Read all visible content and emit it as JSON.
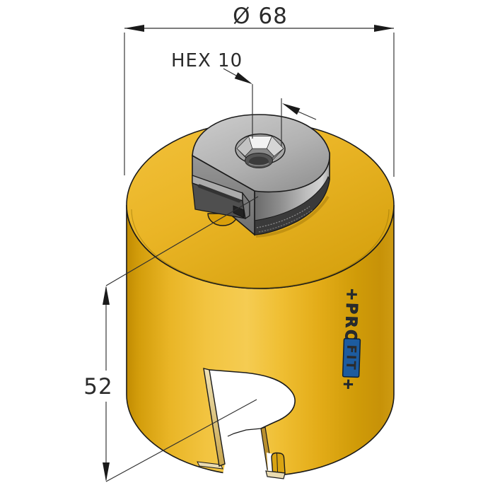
{
  "annotations": {
    "diameter_label": "Ø 68",
    "hex_label": "HEX 10",
    "depth_label": "52"
  },
  "logo": {
    "brand": "PRO-FIT",
    "text_main": "+PRO-",
    "text_boxed": "FIT",
    "text_suffix": "+"
  },
  "colors": {
    "body_yellow": "#E5AC14",
    "body_highlight": "#F5CC52",
    "cap_grey": "#A9A9A9",
    "logo_blue": "#1D5C9F",
    "logo_letter_yellow": "#E8B423",
    "cut_face_cream": "#EADBB0",
    "line_dark": "#1A1A1A"
  }
}
